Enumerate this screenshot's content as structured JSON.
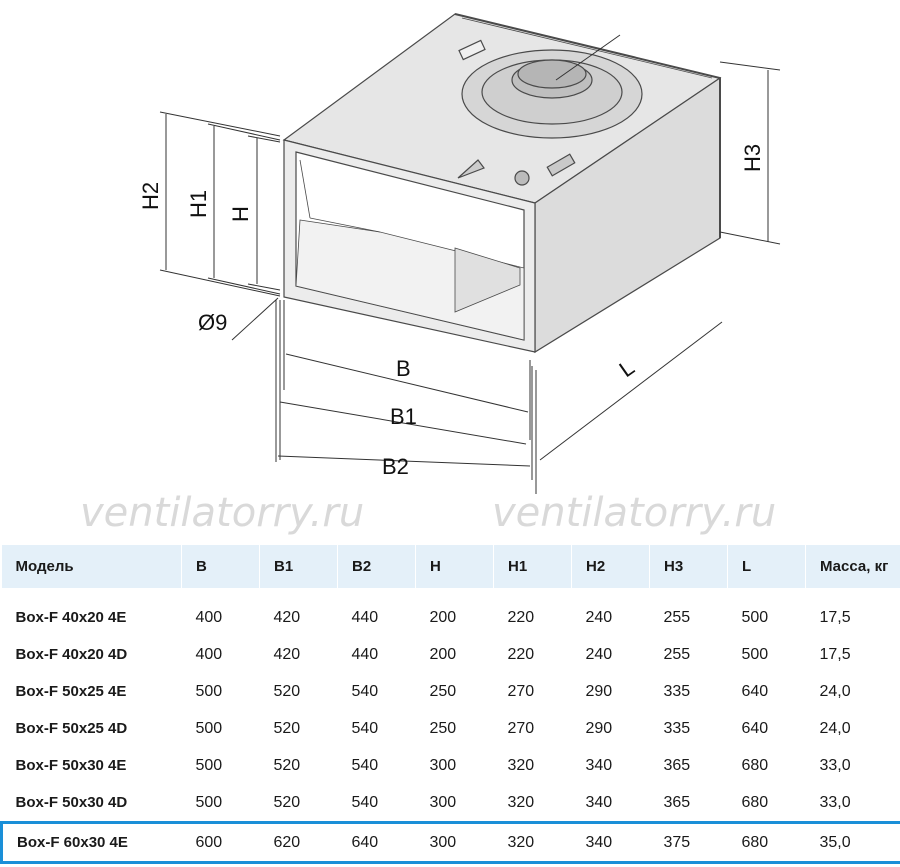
{
  "drawing": {
    "labels": {
      "h": "H",
      "h1": "H1",
      "h2": "H2",
      "h3": "H3",
      "b": "B",
      "b1": "B1",
      "b2": "B2",
      "l": "L",
      "hole": "Ø9"
    },
    "watermark": "ventilatorry.ru"
  },
  "table": {
    "columns": [
      "Модель",
      "B",
      "B1",
      "B2",
      "H",
      "H1",
      "H2",
      "H3",
      "L",
      "Масса, кг"
    ],
    "rows": [
      [
        "Box-F 40x20 4E",
        "400",
        "420",
        "440",
        "200",
        "220",
        "240",
        "255",
        "500",
        "17,5"
      ],
      [
        "Box-F 40x20 4D",
        "400",
        "420",
        "440",
        "200",
        "220",
        "240",
        "255",
        "500",
        "17,5"
      ],
      [
        "Box-F 50x25 4E",
        "500",
        "520",
        "540",
        "250",
        "270",
        "290",
        "335",
        "640",
        "24,0"
      ],
      [
        "Box-F 50x25 4D",
        "500",
        "520",
        "540",
        "250",
        "270",
        "290",
        "335",
        "640",
        "24,0"
      ],
      [
        "Box-F 50x30 4E",
        "500",
        "520",
        "540",
        "300",
        "320",
        "340",
        "365",
        "680",
        "33,0"
      ],
      [
        "Box-F 50x30 4D",
        "500",
        "520",
        "540",
        "300",
        "320",
        "340",
        "365",
        "680",
        "33,0"
      ],
      [
        "Box-F 60x30 4E",
        "600",
        "620",
        "640",
        "300",
        "320",
        "340",
        "375",
        "680",
        "35,0"
      ]
    ],
    "highlight_color": "#1a8fd8",
    "header_color": "#e4f0f9"
  }
}
